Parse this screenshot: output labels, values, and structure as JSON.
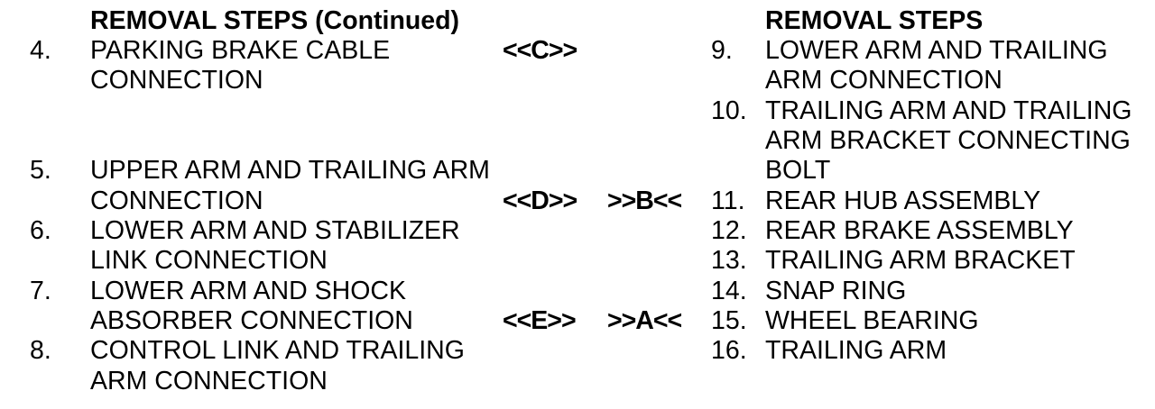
{
  "page": {
    "background_color": "#ffffff",
    "text_color": "#000000"
  },
  "left_column": {
    "header": "REMOVAL STEPS (Continued)",
    "items": [
      {
        "num": "4.",
        "line1": "PARKING BRAKE CABLE",
        "line2": "CONNECTION"
      },
      {
        "num": "5.",
        "line1": "UPPER ARM AND TRAILING ARM",
        "line2": "CONNECTION"
      },
      {
        "num": "6.",
        "line1": "LOWER ARM AND STABILIZER",
        "line2": "LINK CONNECTION"
      },
      {
        "num": "7.",
        "line1": "LOWER ARM AND SHOCK",
        "line2": "ABSORBER CONNECTION"
      },
      {
        "num": "8.",
        "line1": "CONTROL LINK AND TRAILING",
        "line2": "ARM CONNECTION"
      }
    ]
  },
  "right_column": {
    "header": "REMOVAL STEPS",
    "items": [
      {
        "num": "9.",
        "line1": "LOWER ARM AND TRAILING",
        "line2": "ARM CONNECTION"
      },
      {
        "num": "10.",
        "line1": "TRAILING ARM AND TRAILING",
        "line2": "ARM BRACKET CONNECTING",
        "line3": "BOLT"
      },
      {
        "num": "11.",
        "line1": "REAR HUB ASSEMBLY"
      },
      {
        "num": "12.",
        "line1": "REAR BRAKE ASSEMBLY"
      },
      {
        "num": "13.",
        "line1": "TRAILING ARM BRACKET"
      },
      {
        "num": "14.",
        "line1": "SNAP RING"
      },
      {
        "num": "15.",
        "line1": "WHEEL BEARING"
      },
      {
        "num": "16.",
        "line1": "TRAILING ARM"
      }
    ]
  },
  "markers": {
    "c": "<<C>>",
    "d": "<<D>>",
    "b": ">>B<<",
    "e": "<<E>>",
    "a": ">>A<<"
  }
}
